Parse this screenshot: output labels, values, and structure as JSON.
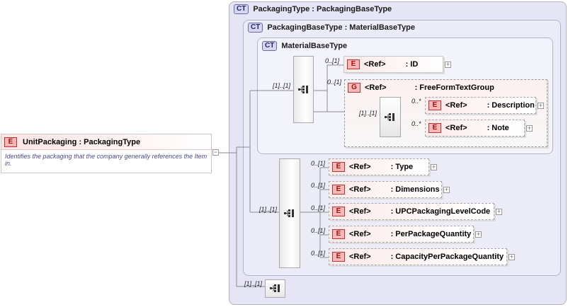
{
  "outer_type": {
    "badge": "CT",
    "title": "PackagingType : PackagingBaseType"
  },
  "mid_type": {
    "badge": "CT",
    "title": "PackagingBaseType : MaterialBaseType"
  },
  "inner_type": {
    "badge": "CT",
    "title": "MaterialBaseType"
  },
  "root_element": {
    "badge": "E",
    "title": "UnitPackaging : PackagingType",
    "documentation": "Identifies the packaging that the company generally references the Item in."
  },
  "inner_sequence": {
    "cardinality": "[1]..[1]"
  },
  "id_element": {
    "cardinality": "0..[1]",
    "badge": "E",
    "ref": "<Ref>",
    "name": ": ID"
  },
  "group": {
    "cardinality": "0..[1]",
    "badge": "G",
    "ref": "<Ref>",
    "name": ": FreeFormTextGroup",
    "sequence_cardinality": "[1]..[1]",
    "children": [
      {
        "cardinality": "0..*",
        "badge": "E",
        "ref": "<Ref>",
        "name": ": Description"
      },
      {
        "cardinality": "0..*",
        "badge": "E",
        "ref": "<Ref>",
        "name": ": Note"
      }
    ]
  },
  "mid_sequence": {
    "cardinality": "[1]..[1]",
    "children": [
      {
        "cardinality": "0..[1]",
        "badge": "E",
        "ref": "<Ref>",
        "name": ": Type"
      },
      {
        "cardinality": "0..[1]",
        "badge": "E",
        "ref": "<Ref>",
        "name": ": Dimensions"
      },
      {
        "cardinality": "0..[1]",
        "badge": "E",
        "ref": "<Ref>",
        "name": ": UPCPackagingLevelCode"
      },
      {
        "cardinality": "0..[1]",
        "badge": "E",
        "ref": "<Ref>",
        "name": ": PerPackageQuantity"
      },
      {
        "cardinality": "0..[1]",
        "badge": "E",
        "ref": "<Ref>",
        "name": ": CapacityPerPackageQuantity"
      }
    ]
  },
  "outer_sequence": {
    "cardinality": "[1]..[1]"
  },
  "icons": {
    "sequence": "sequence-compositor-icon",
    "expand": "plus-expand-icon",
    "collapse": "minus-collapse-icon"
  },
  "colors": {
    "complex_type_bg": "#e5e5f6",
    "element_badge": "#f3b8b8",
    "documentation_text": "#4a4a8a"
  }
}
